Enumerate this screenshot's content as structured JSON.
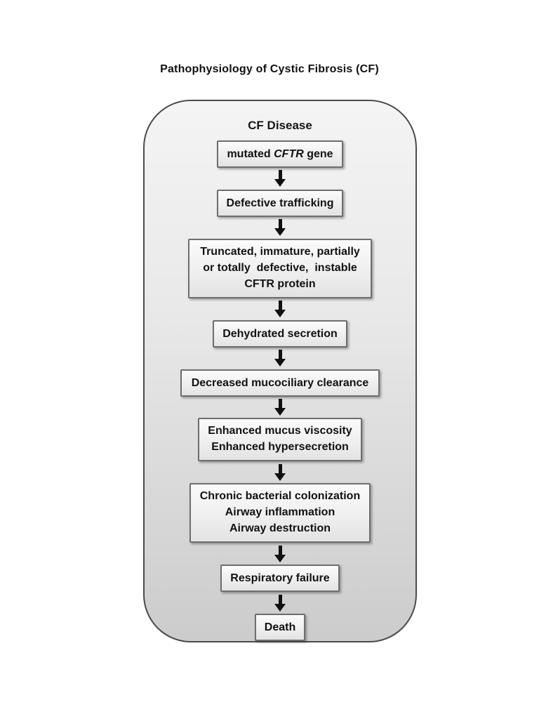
{
  "page": {
    "title": "Pathophysiology of Cystic Fibrosis (CF)"
  },
  "diagram": {
    "header": "CF Disease",
    "flow_direction": "top-to-bottom",
    "colors": {
      "panel_background_top": "#f4f4f4",
      "panel_background_bottom": "#cccccc",
      "panel_border": "#4b4b4b",
      "node_background_top": "#fbfbfb",
      "node_background_bottom": "#e3e3e3",
      "node_border": "#6e6e6e",
      "arrow": "#101010",
      "text": "#121212",
      "page_background": "#ffffff"
    },
    "icons": {
      "connector": "down-arrow-icon"
    },
    "nodes": [
      {
        "id": "mutated-cftr-gene",
        "rich": {
          "pre": "mutated ",
          "italic": "CFTR",
          "post": " gene"
        }
      },
      {
        "id": "defective-trafficking",
        "lines": [
          "Defective trafficking"
        ]
      },
      {
        "id": "defective-cftr-protein",
        "lines": [
          "Truncated, immature, partially",
          "or totally  defective,  instable",
          "CFTR protein"
        ]
      },
      {
        "id": "dehydrated-secretion",
        "lines": [
          "Dehydrated secretion"
        ]
      },
      {
        "id": "decreased-mucociliary-clearance",
        "lines": [
          "Decreased mucociliary clearance"
        ]
      },
      {
        "id": "enhanced-mucus",
        "lines": [
          "Enhanced mucus viscosity",
          "Enhanced hypersecretion"
        ]
      },
      {
        "id": "chronic-bacterial-colonization",
        "lines": [
          "Chronic bacterial colonization",
          "Airway inflammation",
          "Airway destruction"
        ]
      },
      {
        "id": "respiratory-failure",
        "lines": [
          "Respiratory failure"
        ]
      },
      {
        "id": "death",
        "lines": [
          "Death"
        ]
      }
    ]
  }
}
